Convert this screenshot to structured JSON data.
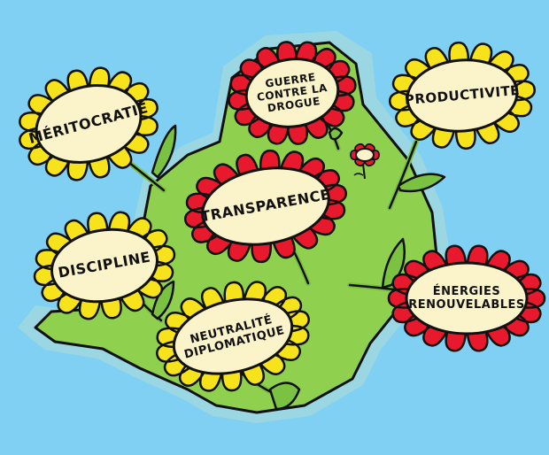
{
  "colors": {
    "sea": "#7fd0f2",
    "island": "#8fd14f",
    "island_shallow": "#9ad7e2",
    "petal_yellow": "#f7e31c",
    "petal_red": "#e8192c",
    "center": "#fbf3c9",
    "stem": "#7cc242",
    "outline": "#111111"
  },
  "flowers": [
    {
      "id": "meritocratie",
      "lines": [
        "MÉRITOCRATIE"
      ],
      "color": "yellow"
    },
    {
      "id": "guerre",
      "lines": [
        "GUERRE",
        "CONTRE LA",
        "DROGUE"
      ],
      "color": "red"
    },
    {
      "id": "productivite",
      "lines": [
        "PRODUCTIVITÉ"
      ],
      "color": "yellow"
    },
    {
      "id": "transparence",
      "lines": [
        "TRANSPARENCE"
      ],
      "color": "red"
    },
    {
      "id": "discipline",
      "lines": [
        "DISCIPLINE"
      ],
      "color": "yellow"
    },
    {
      "id": "neutralite",
      "lines": [
        "NEUTRALITÉ",
        "DIPLOMATIQUE"
      ],
      "color": "yellow"
    },
    {
      "id": "energies",
      "lines": [
        "ÉNERGIES",
        "RENOUVELABLES"
      ],
      "color": "red"
    }
  ],
  "small_flower": {
    "color": "red"
  }
}
